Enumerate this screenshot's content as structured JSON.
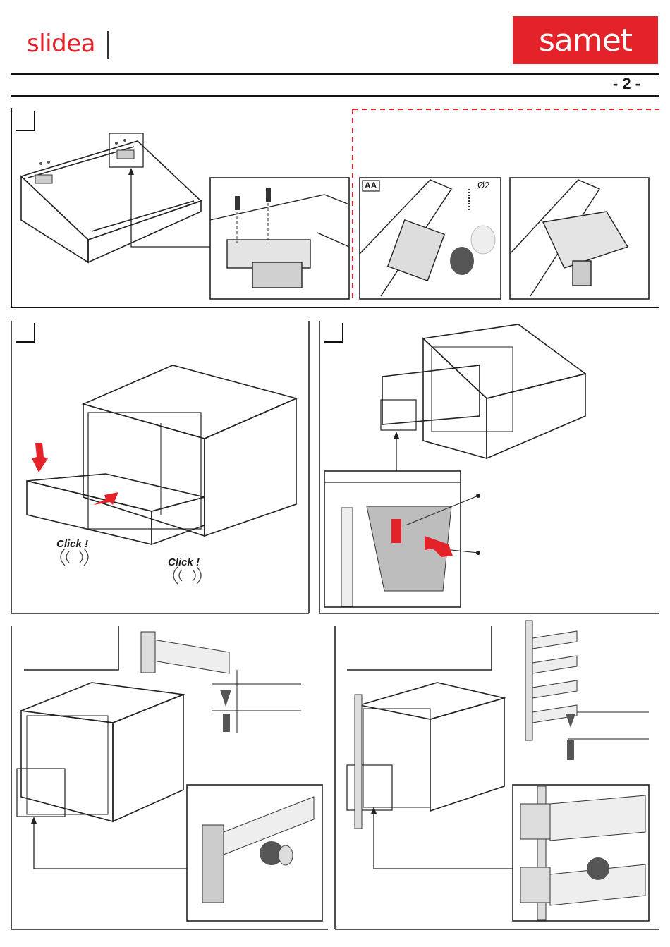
{
  "header": {
    "brand": "slidea",
    "logo": "samet",
    "page_number": "- 2 -"
  },
  "section1": {
    "detail_label": "AA",
    "drill_label": "Ø2"
  },
  "section2": {
    "click_1": "Click !",
    "click_2": "Click !"
  },
  "colors": {
    "brand_red": "#e3222a",
    "line": "#111111"
  }
}
